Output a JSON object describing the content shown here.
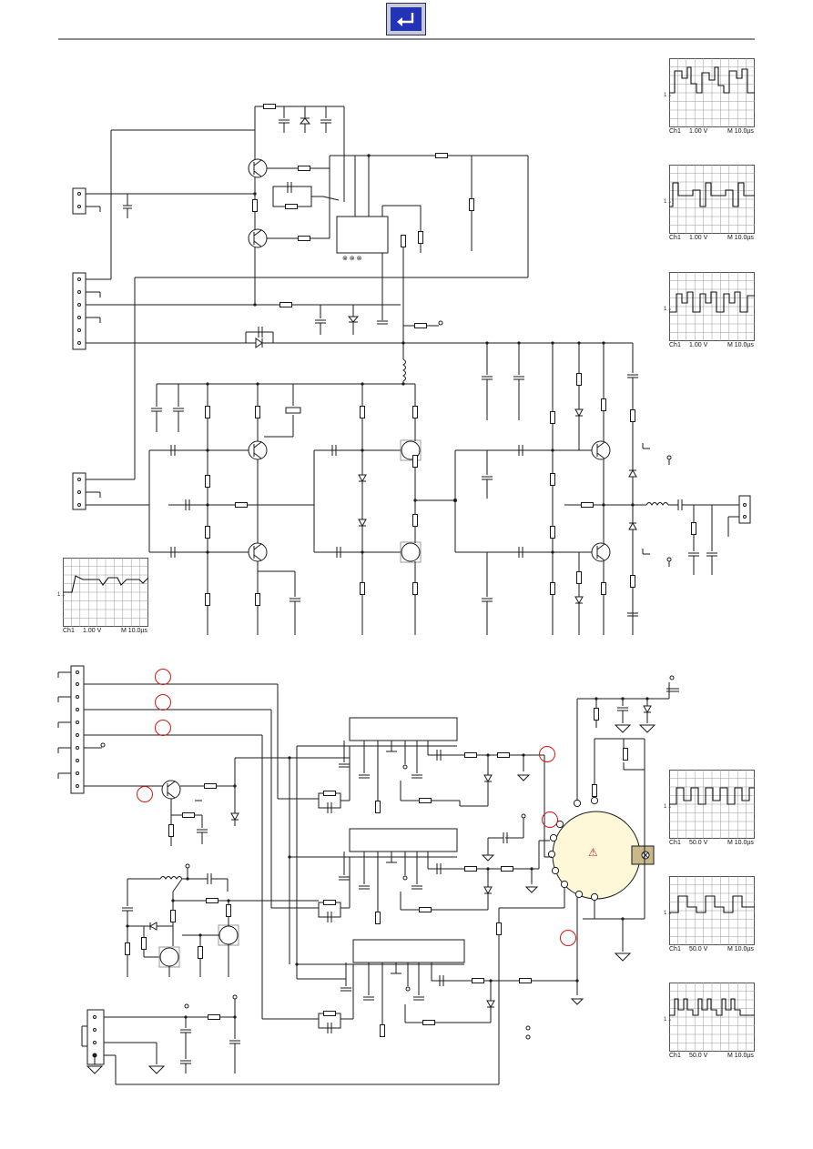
{
  "toolbar": {
    "back_button_icon": "return-arrow-icon",
    "back_button_color": "#2233b8"
  },
  "warning_symbol": {
    "icon": "warning-triangle-icon",
    "glyph": "⚠",
    "color": "#d01818"
  },
  "oscilloscopes": [
    {
      "channel": "Ch1",
      "volts_div": "1.00 V",
      "time_div": "M 10.0µs",
      "marker": "1→"
    },
    {
      "channel": "Ch1",
      "volts_div": "1.00 V",
      "time_div": "M 10.0µs",
      "marker": "1→"
    },
    {
      "channel": "Ch1",
      "volts_div": "1.00 V",
      "time_div": "M 10.0µs",
      "marker": "1→"
    },
    {
      "channel": "Ch1",
      "volts_div": "1.00 V",
      "time_div": "M 10.0µs",
      "marker": "1→"
    },
    {
      "channel": "Ch1",
      "volts_div": "50.0 V",
      "time_div": "M 10.0µs",
      "marker": "1→"
    },
    {
      "channel": "Ch1",
      "volts_div": "50.0 V",
      "time_div": "M 10.0µs",
      "marker": "1→"
    },
    {
      "channel": "Ch1",
      "volts_div": "50.0 V",
      "time_div": "M 10.0µs",
      "marker": "1→"
    }
  ],
  "colors": {
    "wire": "#1a1a1a",
    "thin_wire": "#8a8a8a",
    "ref_circle": "#d01818",
    "crt_socket": "#fff8d8",
    "grid": "#555555"
  }
}
